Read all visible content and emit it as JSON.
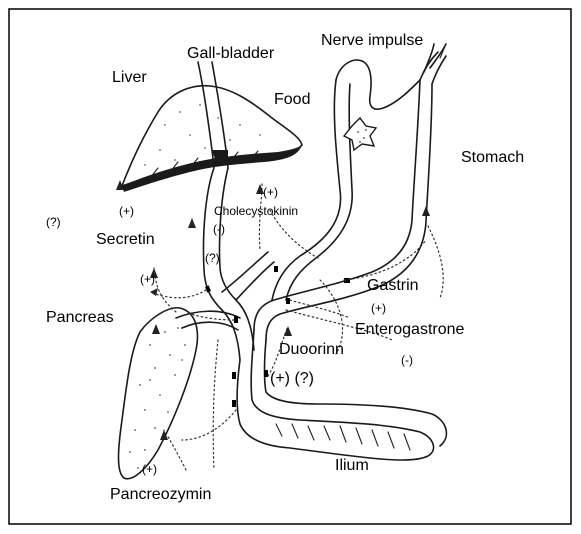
{
  "labels": {
    "nerve_impulse": "Nerve impulse",
    "gall_bladder": "Gall-bladder",
    "liver": "Liver",
    "food": "Food",
    "stomach": "Stomach",
    "cholecystokinin": "Cholecystokinin",
    "secretin": "Secretin",
    "gastrin": "Gastrin",
    "pancreas": "Pancreas",
    "enterogastrone": "Enterogastrone",
    "duoorinn": "Duoorinn",
    "ilium": "Ilium",
    "pancreozymin": "Pancreozymin"
  },
  "signs": {
    "liver_plus": "(+)",
    "unknown_left": "(?)",
    "cck_plus": "(+)",
    "cck_minus": "(-)",
    "cck_unknown": "(?)",
    "secretin_plus": "(+)",
    "entero_plus": "(+)",
    "entero_minus": "(-)",
    "duo_plus_unknown": "(+) (?)",
    "pancreo_plus": "(+)"
  }
}
